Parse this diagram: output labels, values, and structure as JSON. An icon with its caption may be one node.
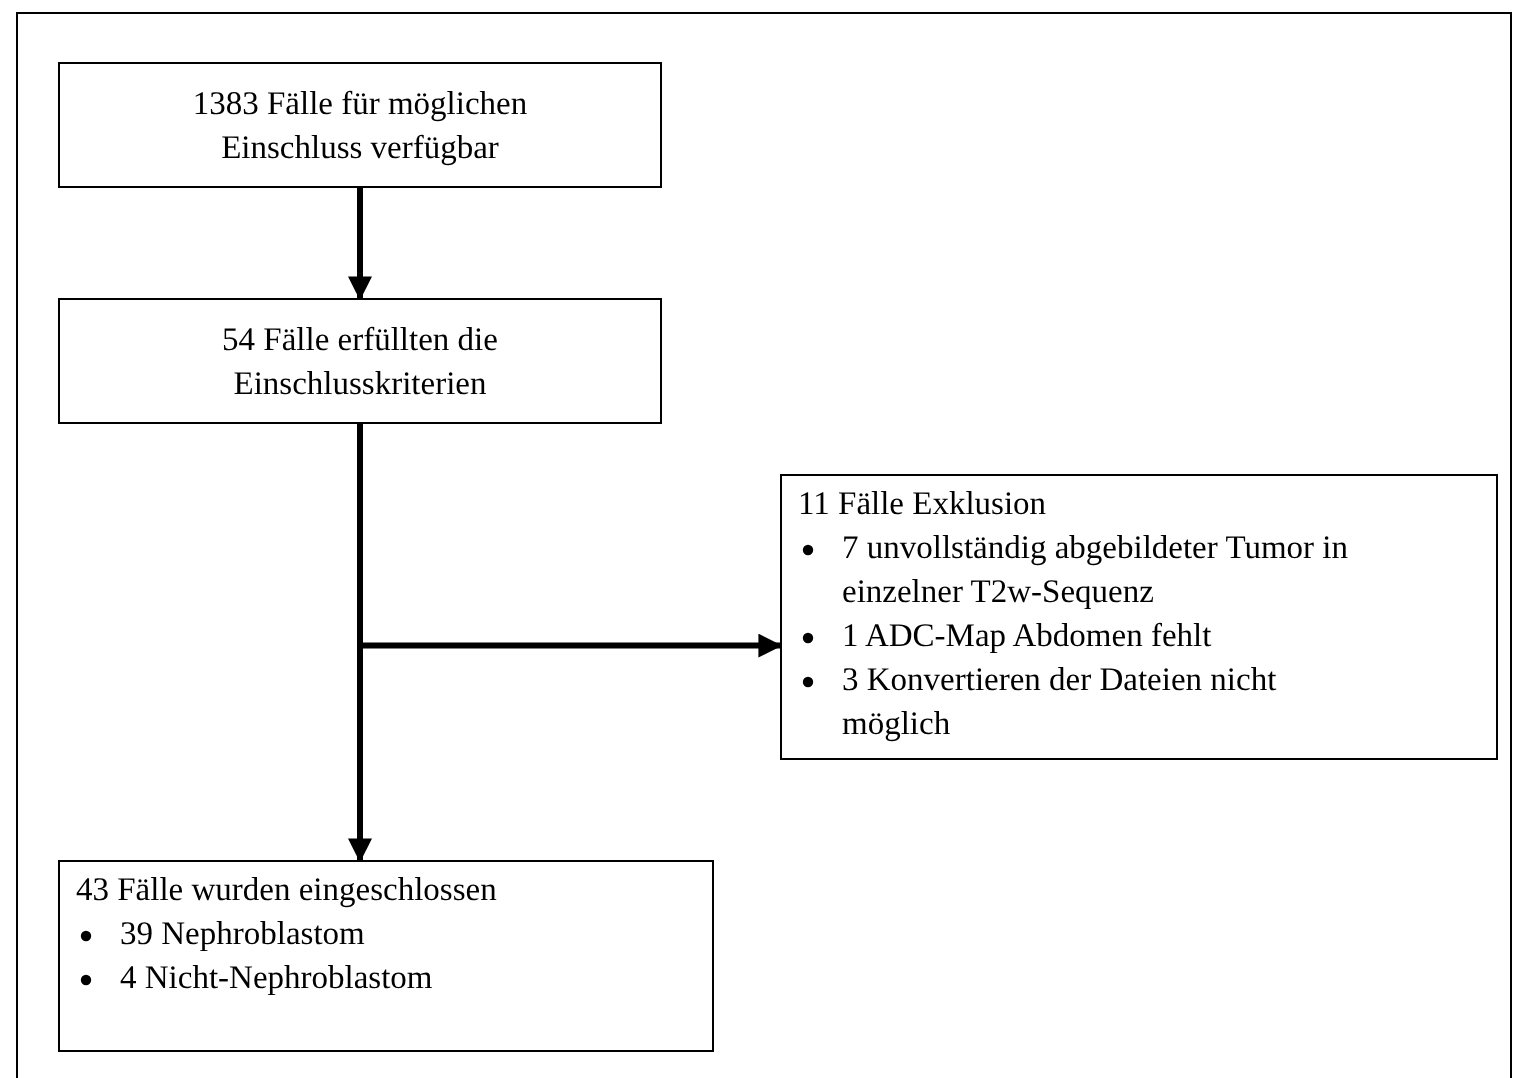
{
  "diagram": {
    "nodes": [
      {
        "text": [
          "1383 Fälle für möglichen Einschluss verfügbar"
        ]
      },
      {
        "text": [
          "54 Fälle erfüllten die Einschlusskriterien"
        ]
      },
      {
        "text": [
          "11 Fälle Exklusion",
          "7 unvollständig abgebildeter Tumor in einzelner T2w-Sequenz",
          "1 ADC-Map Abdomen fehlt",
          "3 Konvertieren der Dateien nicht möglich"
        ]
      },
      {
        "text": [
          "43 Fälle wurden eingeschlossen",
          "39 Nephroblastom",
          "4 Nicht-Nephroblastom"
        ]
      }
    ],
    "edges": [
      {
        "from": 0,
        "to": 1,
        "arrow": "to"
      },
      {
        "from": 1,
        "to": 3,
        "arrow": "to"
      },
      {
        "from": 1,
        "to": 2,
        "arrow": "to"
      }
    ]
  }
}
